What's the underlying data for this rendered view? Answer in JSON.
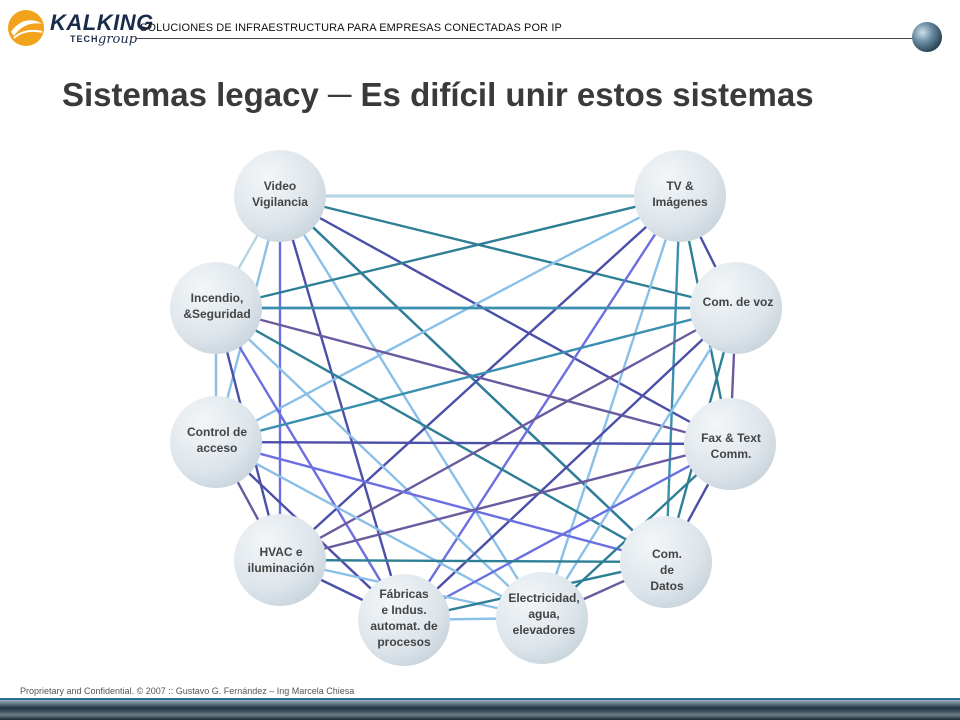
{
  "header": {
    "logo_text": "KALKING",
    "logo_sub1": "TECH",
    "logo_sub2": "group",
    "tagline": "SOLUCIONES  DE INFRAESTRUCTURA  PARA EMPRESAS CONECTADAS POR IP"
  },
  "title": "Sistemas legacy ─ Es difícil unir estos sistemas",
  "nodes": [
    {
      "id": "video",
      "label": "Video\nVigilancia"
    },
    {
      "id": "tv",
      "label": "TV &\nImágenes"
    },
    {
      "id": "incendio",
      "label": "Incendio,\n&Seguridad"
    },
    {
      "id": "voz",
      "label": "Com. de voz"
    },
    {
      "id": "control",
      "label": "Control de\nacceso"
    },
    {
      "id": "fax",
      "label": "Fax & Text\nComm."
    },
    {
      "id": "hvac",
      "label": "HVAC e\niluminación"
    },
    {
      "id": "datos",
      "label": "Com.\nde\nDatos"
    },
    {
      "id": "fabricas",
      "label": "Fábricas\ne Indus.\nautomat. de\nprocesos"
    },
    {
      "id": "electricidad",
      "label": "Electricidad,\nagua,\nelevadores"
    }
  ],
  "colors": {
    "node_fill": "#dfe6ec",
    "line_palette": [
      "#2e7f95",
      "#8ac0e8",
      "#4b4fa8",
      "#6b6fe0",
      "#6a5a9e",
      "#3a8fb0",
      "#b5d4e4"
    ]
  },
  "footer": "Proprietary and Confidential. © 2007   :: Gustavo G. Fernández – Ing Marcela Chiesa"
}
